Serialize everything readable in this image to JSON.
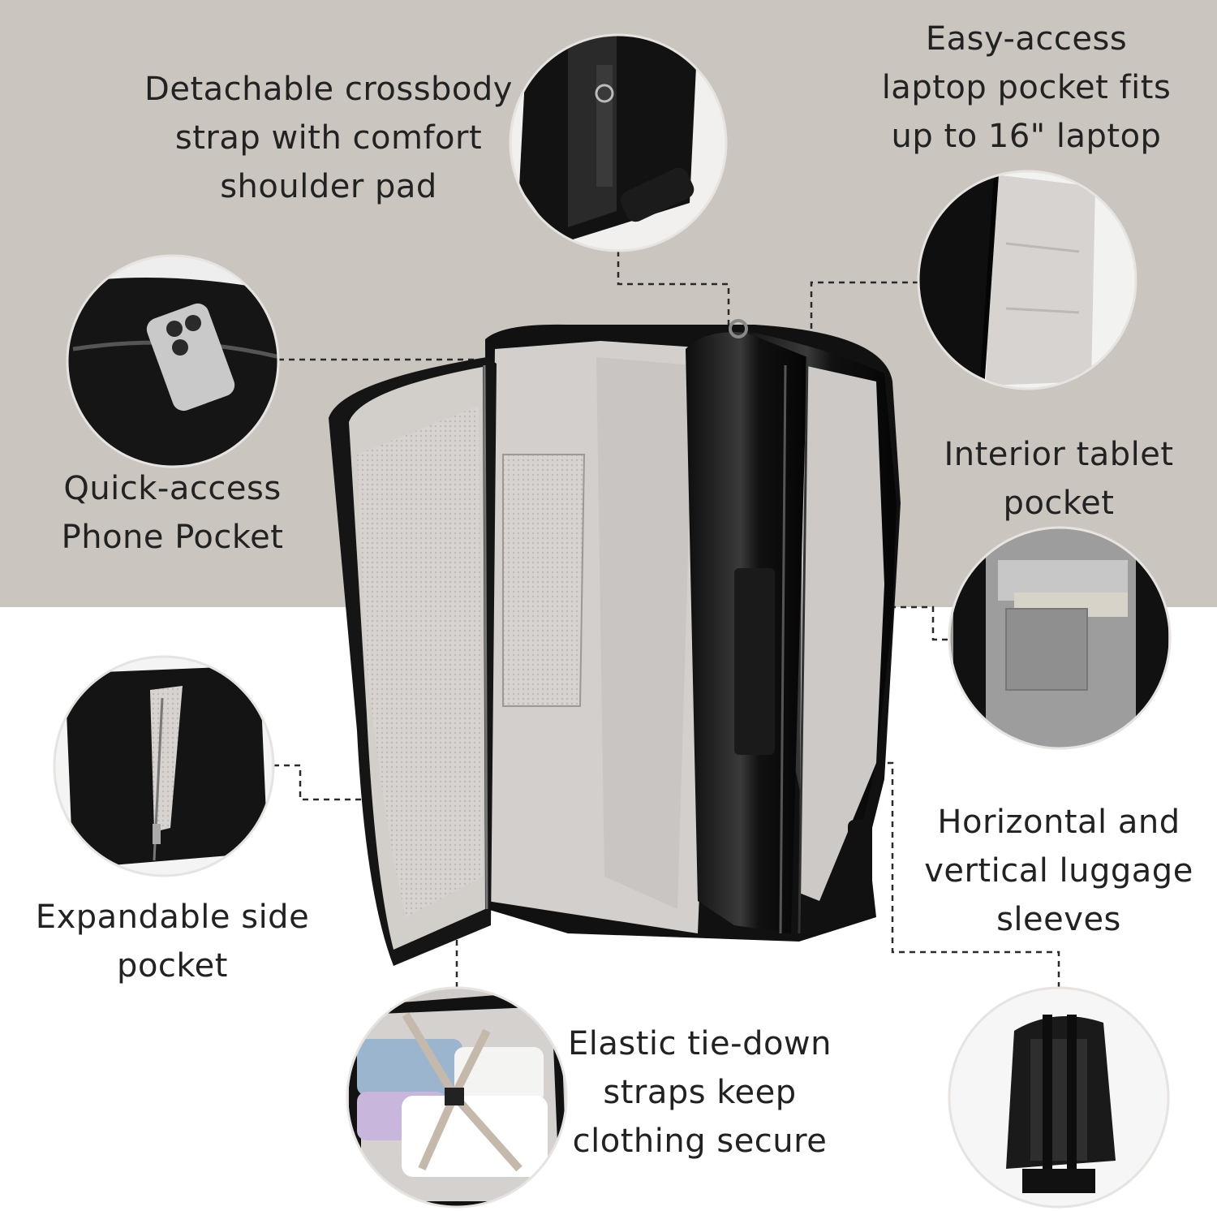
{
  "background": {
    "top_color": "#cbc5bf",
    "bottom_color": "#ffffff"
  },
  "features": {
    "crossbody": {
      "icon": "crossbody-strap-photo",
      "lines": [
        "Detachable crossbody",
        "strap with comfort",
        "shoulder pad"
      ]
    },
    "laptop": {
      "icon": "laptop-pocket-photo",
      "lines": [
        "Easy-access",
        "laptop pocket fits",
        "up to 16\" laptop"
      ]
    },
    "phone": {
      "icon": "phone-pocket-photo",
      "lines": [
        "Quick-access",
        "Phone Pocket"
      ]
    },
    "tablet": {
      "icon": "tablet-pocket-photo",
      "lines": [
        "Interior tablet",
        "pocket"
      ]
    },
    "side_pocket": {
      "icon": "side-pocket-photo",
      "lines": [
        "Expandable side",
        "pocket"
      ]
    },
    "sleeves": {
      "icon": "luggage-sleeve-photo",
      "lines": [
        "Horizontal and",
        "vertical luggage",
        "sleeves"
      ]
    },
    "straps": {
      "icon": "tie-down-straps-photo",
      "lines": [
        "Elastic tie-down",
        "straps keep",
        "clothing secure"
      ]
    }
  }
}
